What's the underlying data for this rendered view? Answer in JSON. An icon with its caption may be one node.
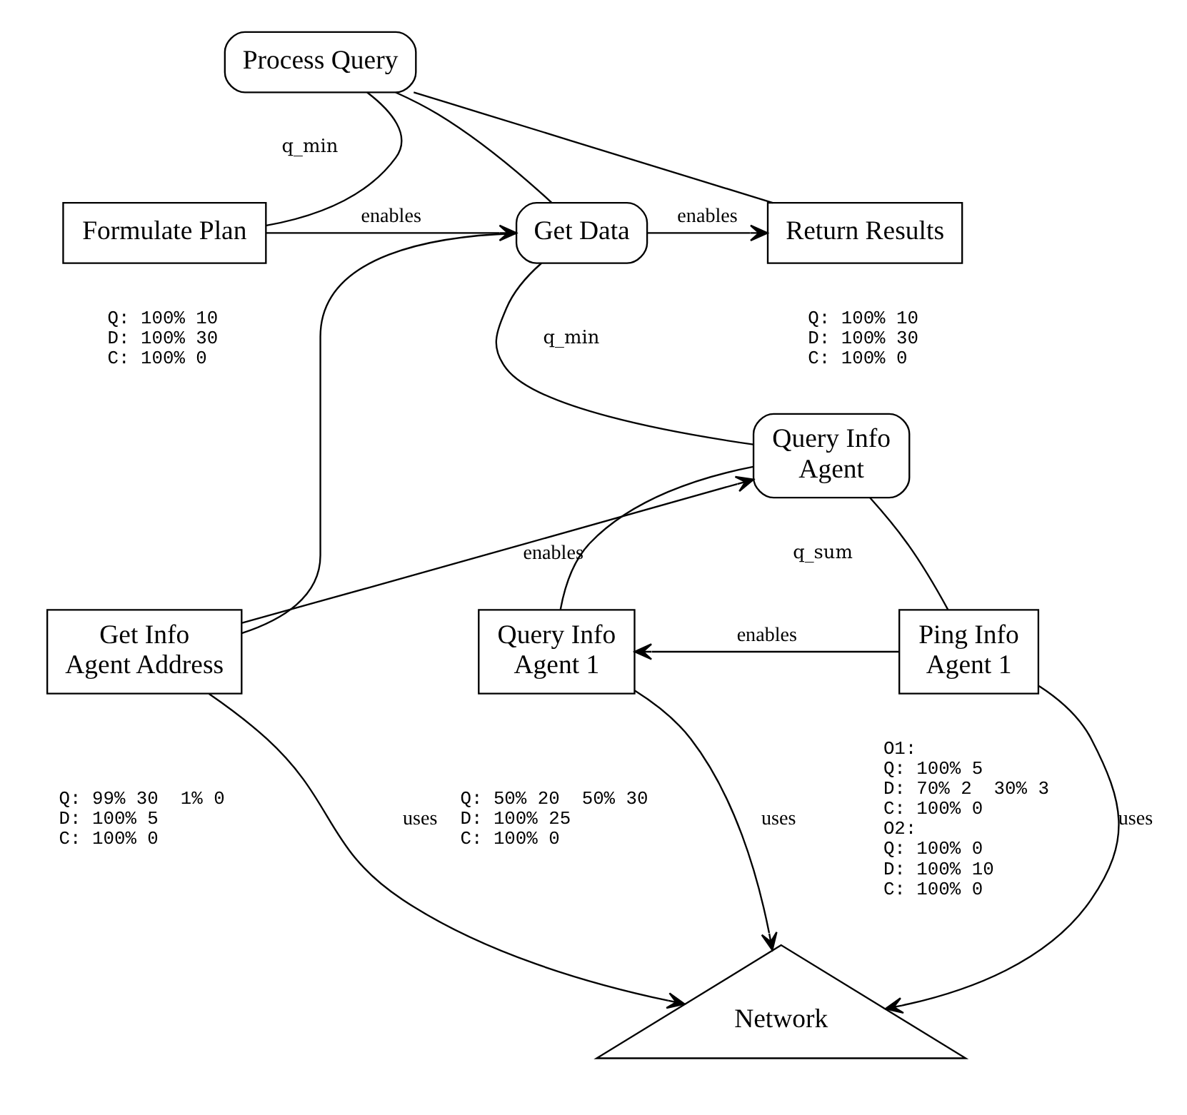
{
  "diagram": {
    "nodes": [
      {
        "text": [
          "Process Query"
        ],
        "beside": [
          "q_min"
        ]
      },
      {
        "text": [
          "Formulate Plan"
        ],
        "beside": [
          "Q: 100% 10",
          "D: 100% 30",
          "C: 100% 0"
        ]
      },
      {
        "text": [
          "Get Data"
        ],
        "beside": [
          "q_min"
        ]
      },
      {
        "text": [
          "Return Results"
        ],
        "beside": [
          "Q: 100% 10",
          "D: 100% 30",
          "C: 100% 0"
        ]
      },
      {
        "text": [
          "Get Info Agent Address"
        ],
        "beside": [
          "Q: 99% 30  1% 0",
          "D: 100% 5",
          "C: 100% 0"
        ]
      },
      {
        "text": [
          "Query Info Agent"
        ],
        "beside": [
          "q_sum"
        ]
      },
      {
        "text": [
          "Ping Info Agent 1"
        ],
        "beside": [
          "O1:",
          "Q: 100% 5",
          "D: 70% 2  30% 3",
          "C: 100% 0",
          "O2:",
          "Q: 100% 0",
          "D: 100% 10",
          "C: 100% 0"
        ]
      },
      {
        "text": [
          "Query Info Agent 1"
        ],
        "beside": [
          "Q: 50% 20  50% 30",
          "D: 100% 25",
          "C: 100% 0"
        ]
      },
      {
        "text": [
          "Network"
        ]
      }
    ],
    "edges": [
      {
        "from": 0,
        "to": 1,
        "arrow": "none"
      },
      {
        "from": 0,
        "to": 2,
        "arrow": "none"
      },
      {
        "from": 0,
        "to": 3,
        "arrow": "none"
      },
      {
        "from": 1,
        "to": 2,
        "arrow": "to",
        "label": "enables"
      },
      {
        "from": 2,
        "to": 3,
        "arrow": "to",
        "label": "enables"
      },
      {
        "from": 2,
        "to": 4,
        "arrow": "none"
      },
      {
        "from": 2,
        "to": 5,
        "arrow": "none"
      },
      {
        "from": 4,
        "to": 5,
        "arrow": "to",
        "label": "enables"
      },
      {
        "from": 5,
        "to": 6,
        "arrow": "none"
      },
      {
        "from": 5,
        "to": 7,
        "arrow": "none"
      },
      {
        "from": 6,
        "to": 7,
        "arrow": "to",
        "label": "enables"
      },
      {
        "from": 4,
        "to": 8,
        "arrow": "to",
        "label": "uses"
      },
      {
        "from": 6,
        "to": 8,
        "arrow": "to",
        "label": "uses"
      },
      {
        "from": 7,
        "to": 8,
        "arrow": "to",
        "label": "uses"
      }
    ]
  }
}
